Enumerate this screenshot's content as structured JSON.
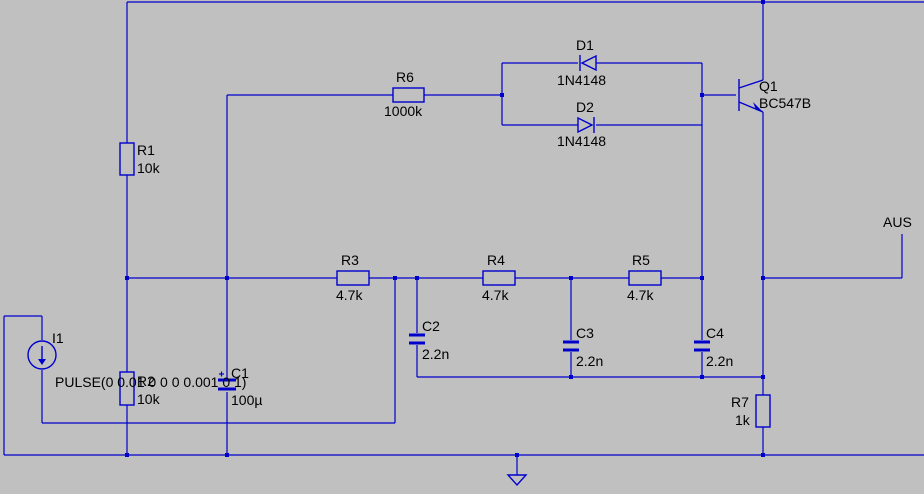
{
  "components": {
    "R1": {
      "ref": "R1",
      "value": "10k"
    },
    "R2": {
      "ref": "R2",
      "value": "10k"
    },
    "R3": {
      "ref": "R3",
      "value": "4.7k"
    },
    "R4": {
      "ref": "R4",
      "value": "4.7k"
    },
    "R5": {
      "ref": "R5",
      "value": "4.7k"
    },
    "R6": {
      "ref": "R6",
      "value": "1000k"
    },
    "R7": {
      "ref": "R7",
      "value": "1k"
    },
    "C1": {
      "ref": "C1",
      "value": "100µ"
    },
    "C2": {
      "ref": "C2",
      "value": "2.2n"
    },
    "C3": {
      "ref": "C3",
      "value": "2.2n"
    },
    "C4": {
      "ref": "C4",
      "value": "2.2n"
    },
    "D1": {
      "ref": "D1",
      "value": "1N4148"
    },
    "D2": {
      "ref": "D2",
      "value": "1N4148"
    },
    "Q1": {
      "ref": "Q1",
      "value": "BC547B"
    },
    "I1": {
      "ref": "I1",
      "value": "PULSE(0 0.01 0 0 0 0.001 0 1)"
    }
  },
  "net_labels": {
    "output": "AUS"
  },
  "colors": {
    "background": "#c0c0c0",
    "wire": "#0000cd",
    "text": "#000000"
  }
}
